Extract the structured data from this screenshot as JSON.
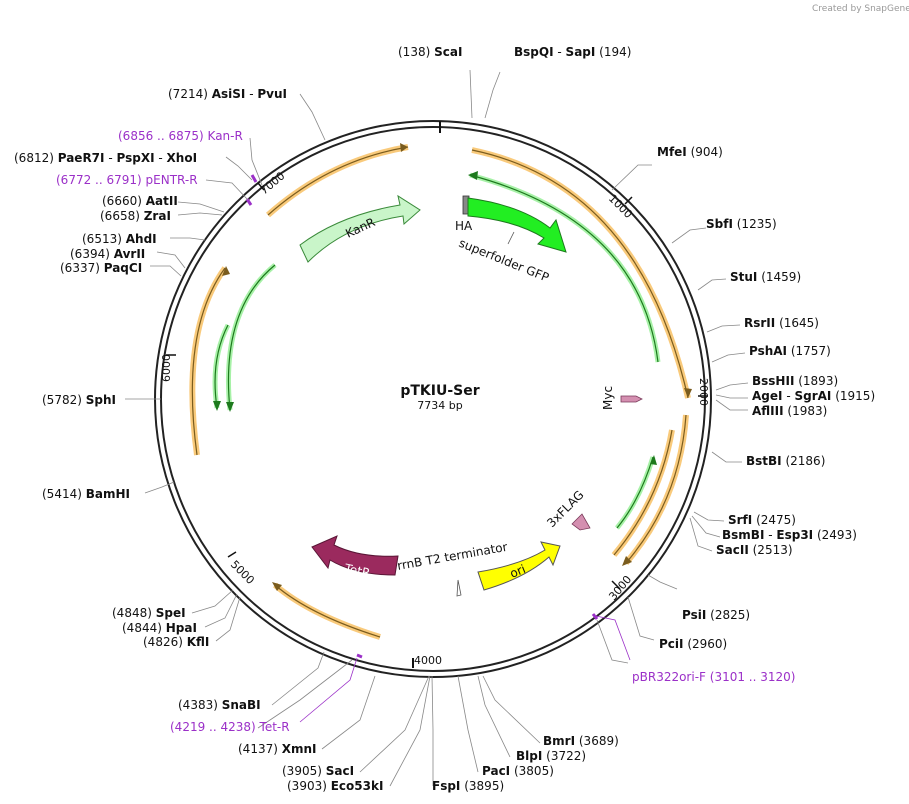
{
  "credit": "Created by SnapGene",
  "plasmid": {
    "name": "pTKIU-Ser",
    "length_label": "7734 bp"
  },
  "ticks": [
    "1000",
    "2000",
    "3000",
    "4000",
    "5000",
    "6000",
    "7000"
  ],
  "restriction_sites": [
    {
      "pos": "(138)",
      "name": "ScaI"
    },
    {
      "name": "BspQI",
      "sep": "-",
      "name2": "SapI",
      "pos": "(194)"
    },
    {
      "name": "MfeI",
      "pos": "(904)"
    },
    {
      "name": "SbfI",
      "pos": "(1235)"
    },
    {
      "name": "StuI",
      "pos": "(1459)"
    },
    {
      "name": "RsrII",
      "pos": "(1645)"
    },
    {
      "name": "PshAI",
      "pos": "(1757)"
    },
    {
      "name": "BssHII",
      "pos": "(1893)"
    },
    {
      "name": "AgeI",
      "sep": "-",
      "name2": "SgrAI",
      "pos": "(1915)"
    },
    {
      "name": "AflIII",
      "pos": "(1983)"
    },
    {
      "name": "BstBI",
      "pos": "(2186)"
    },
    {
      "name": "SrfI",
      "pos": "(2475)"
    },
    {
      "name": "BsmBI",
      "sep": "-",
      "name2": "Esp3I",
      "pos": "(2493)"
    },
    {
      "name": "SacII",
      "pos": "(2513)"
    },
    {
      "name": "PsiI",
      "pos": "(2825)"
    },
    {
      "name": "PciI",
      "pos": "(2960)"
    },
    {
      "name": "BmrI",
      "pos": "(3689)"
    },
    {
      "name": "BlpI",
      "pos": "(3722)"
    },
    {
      "name": "PacI",
      "pos": "(3805)"
    },
    {
      "name": "FspI",
      "pos": "(3895)"
    },
    {
      "pos": "(3905)",
      "name": "SacI"
    },
    {
      "pos": "(3903)",
      "name": "Eco53kI"
    },
    {
      "pos": "(4137)",
      "name": "XmnI"
    },
    {
      "pos": "(4383)",
      "name": "SnaBI"
    },
    {
      "pos": "(4826)",
      "name": "KflI"
    },
    {
      "pos": "(4844)",
      "name": "HpaI"
    },
    {
      "pos": "(4848)",
      "name": "SpeI"
    },
    {
      "pos": "(5414)",
      "name": "BamHI"
    },
    {
      "pos": "(5782)",
      "name": "SphI"
    },
    {
      "pos": "(6337)",
      "name": "PaqCI"
    },
    {
      "pos": "(6394)",
      "name": "AvrII"
    },
    {
      "pos": "(6513)",
      "name": "AhdI"
    },
    {
      "pos": "(6658)",
      "name": "ZraI"
    },
    {
      "pos": "(6660)",
      "name": "AatII"
    },
    {
      "pos": "(6812)",
      "name": "PaeR7I",
      "sep": "-",
      "name2": "PspXI",
      "sep2": "-",
      "name3": "XhoI"
    },
    {
      "pos": "(7214)",
      "name": "AsiSI",
      "sep": "-",
      "name2": "PvuI"
    }
  ],
  "primers": [
    {
      "range": "(6856 .. 6875)",
      "name": "Kan-R"
    },
    {
      "range": "(6772 .. 6791)",
      "name": "pENTR-R"
    },
    {
      "name": "pBR322ori-F",
      "range": "(3101 .. 3120)"
    },
    {
      "range": "(4219 .. 4238)",
      "name": "Tet-R"
    }
  ],
  "features": {
    "kanr": "KanR",
    "ha": "HA",
    "sfgfp": "superfolder GFP",
    "myc": "Myc",
    "flag": "3xFLAG",
    "tetr": "TetR",
    "rrnb": "rrnB T2 terminator",
    "ori": "ori"
  },
  "colors": {
    "backbone": "#222222",
    "orf": "#f5a623",
    "orf_line": "#7a5c1e",
    "gfp": "#22dd22",
    "gfp_line": "#1d7a1d",
    "kanr": "#c9f5c9",
    "tetr": "#9b2a5e",
    "ori": "#ffff00",
    "tag": "#d48fb0",
    "primer": "#9b30c8"
  }
}
